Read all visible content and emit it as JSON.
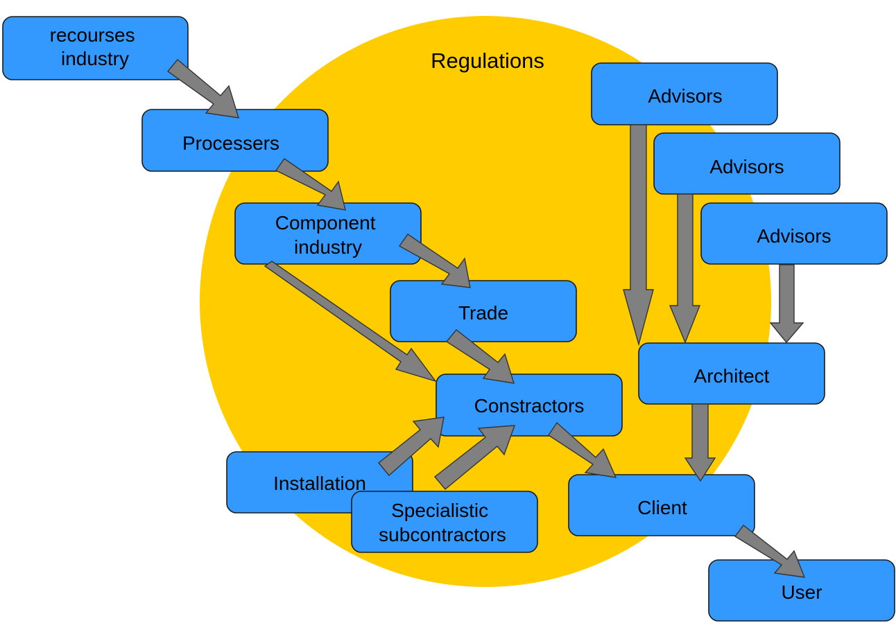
{
  "regulations": {
    "label": "Regulations",
    "color": "#ffcc00"
  },
  "nodes": {
    "resources": [
      "recourses",
      "industry"
    ],
    "processers": [
      "Processers"
    ],
    "component": [
      "Component",
      "industry"
    ],
    "trade": [
      "Trade"
    ],
    "constractors": [
      "Constractors"
    ],
    "installation": [
      "Installation"
    ],
    "specialistic": [
      "Specialistic",
      "subcontractors"
    ],
    "advisors1": [
      "Advisors"
    ],
    "advisors2": [
      "Advisors"
    ],
    "advisors3": [
      "Advisors"
    ],
    "architect": [
      "Architect"
    ],
    "client": [
      "Client"
    ],
    "user": [
      "User"
    ]
  },
  "colors": {
    "node_fill": "#3399ff",
    "arrow_fill": "#808080"
  }
}
